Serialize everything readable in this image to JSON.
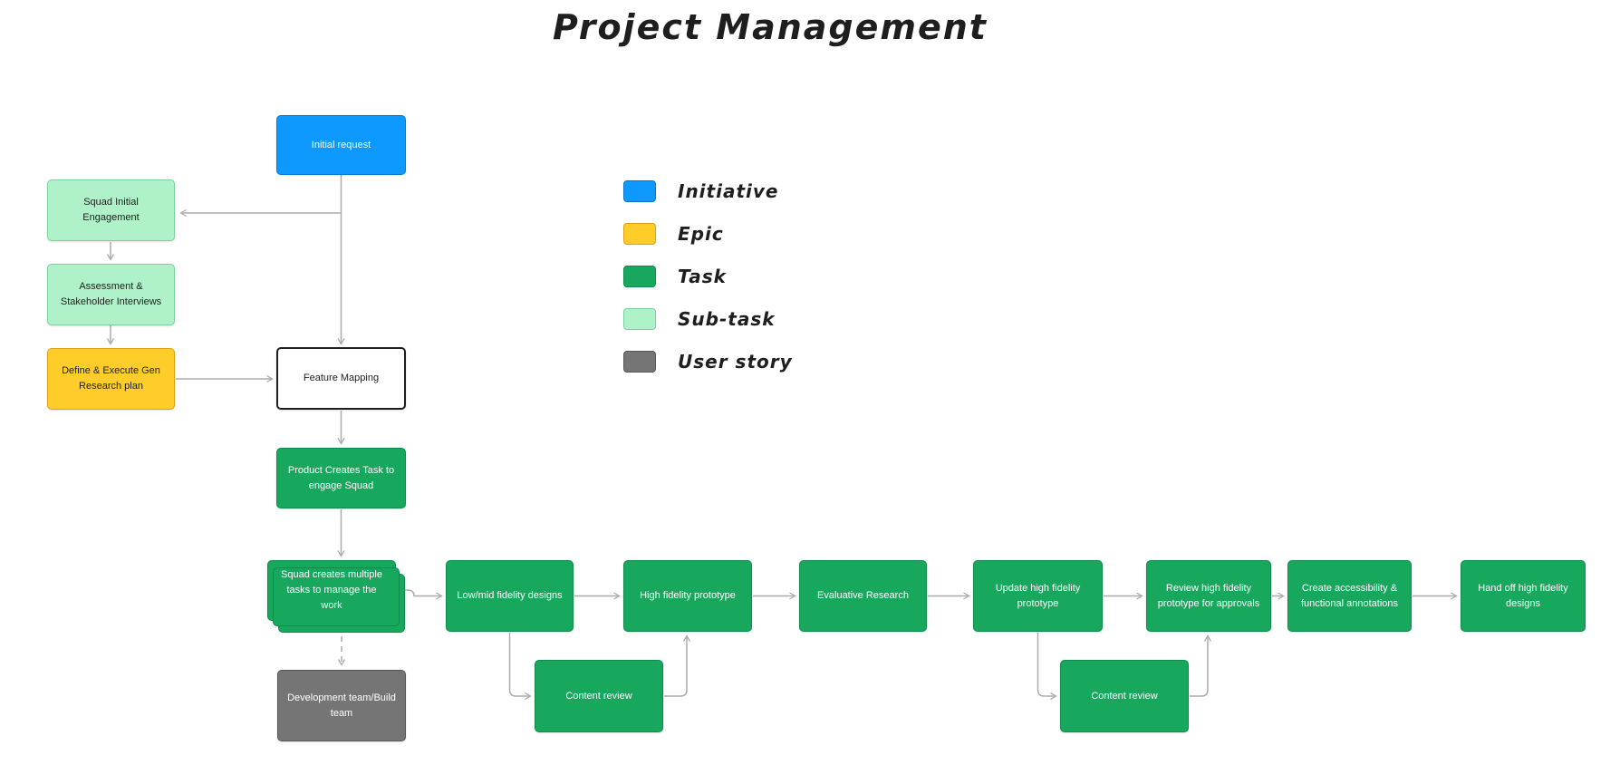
{
  "title": "Project Management",
  "palette": {
    "initiative": "#0D99FF",
    "epic": "#FFCD29",
    "task": "#17A85E",
    "sub_task": "#AFF2C9",
    "user_story": "#757575",
    "connector": "#ABABAB"
  },
  "legend": {
    "items": [
      {
        "label": "Initiative",
        "color": "#0D99FF",
        "border": "#0977CE"
      },
      {
        "label": "Epic",
        "color": "#FFCD29",
        "border": "#DFA114"
      },
      {
        "label": "Task",
        "color": "#17A85E",
        "border": "#0F8A4C"
      },
      {
        "label": "Sub-task",
        "color": "#AFF2C9",
        "border": "#7CCF9F"
      },
      {
        "label": "User story",
        "color": "#757575",
        "border": "#575757"
      }
    ]
  },
  "nodes": [
    {
      "id": "initial-request",
      "type": "initiative",
      "label": "Initial request"
    },
    {
      "id": "squad-initial-engagement",
      "type": "sub-task",
      "label": "Squad Initial Engagement"
    },
    {
      "id": "assessment-stakeholder-interviews",
      "type": "sub-task",
      "label": "Assessment & Stakeholder Interviews"
    },
    {
      "id": "define-execute-gen-research-plan",
      "type": "epic",
      "label": "Define & Execute Gen Research plan"
    },
    {
      "id": "feature-mapping",
      "type": "plain",
      "label": "Feature Mapping"
    },
    {
      "id": "product-creates-task",
      "type": "task",
      "label": "Product Creates Task to engage Squad"
    },
    {
      "id": "squad-creates-multiple-tasks",
      "type": "task",
      "label": "Squad creates multiple tasks to manage the work",
      "stacked": true
    },
    {
      "id": "development-team",
      "type": "user-story",
      "label": "Development team/Build team"
    },
    {
      "id": "low-mid-fidelity-designs",
      "type": "task",
      "label": "Low/mid fidelity designs"
    },
    {
      "id": "high-fidelity-prototype",
      "type": "task",
      "label": "High fidelity prototype"
    },
    {
      "id": "evaluative-research",
      "type": "task",
      "label": "Evaluative Research"
    },
    {
      "id": "update-high-fidelity-prototype",
      "type": "task",
      "label": "Update high fidelity prototype"
    },
    {
      "id": "review-high-fidelity-prototype",
      "type": "task",
      "label": "Review high fidelity prototype for approvals"
    },
    {
      "id": "create-accessibility-annotations",
      "type": "task",
      "label": "Create accessibility & functional annotations"
    },
    {
      "id": "hand-off-high-fidelity-designs",
      "type": "task",
      "label": "Hand off high fidelity designs"
    },
    {
      "id": "content-review-1",
      "type": "task",
      "label": "Content review"
    },
    {
      "id": "content-review-2",
      "type": "task",
      "label": "Content review"
    }
  ]
}
